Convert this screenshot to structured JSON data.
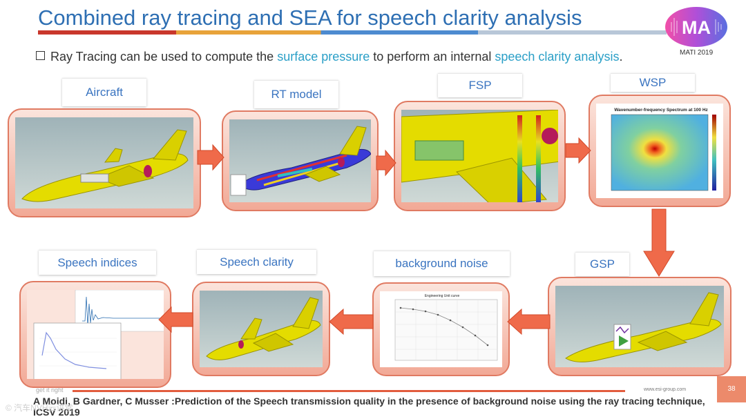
{
  "slide": {
    "title": "Combined ray tracing and SEA  for speech clarity analysis",
    "logo_text": "MA",
    "logo_year": "MATI 2019",
    "bullet": {
      "part1": "Ray Tracing can be used to compute the ",
      "highlight1": "surface pressure",
      "part2": " to perform an internal ",
      "highlight2": "speech clarity analysis",
      "part3": "."
    }
  },
  "stages": [
    {
      "label": "Aircraft"
    },
    {
      "label": "RT model"
    },
    {
      "label": "FSP"
    },
    {
      "label": "WSP"
    },
    {
      "label": "GSP"
    },
    {
      "label": "background noise"
    },
    {
      "label": "Speech clarity"
    },
    {
      "label": "Speech indices"
    }
  ],
  "wsp_chart_title": "Wavenumber-frequency Spectrum at 100 Hz",
  "noise_chart_title": "Engineering Unit curve",
  "footer": {
    "getit": "get it right",
    "url": "www.esi-group.com",
    "page": "38",
    "reference": "A Moidi, B Gardner, C Musser :Prediction of the Speech transmission quality in the presence of background noise using the ray tracing technique, ICSV 2019",
    "watermark": "© 汽车NVH云讲堂"
  },
  "colors": {
    "title": "#2e6fb3",
    "highlight": "#2a9fc7",
    "panel_border": "#e07a62",
    "arrow": "#e8603f",
    "label_text": "#3a74c0"
  }
}
